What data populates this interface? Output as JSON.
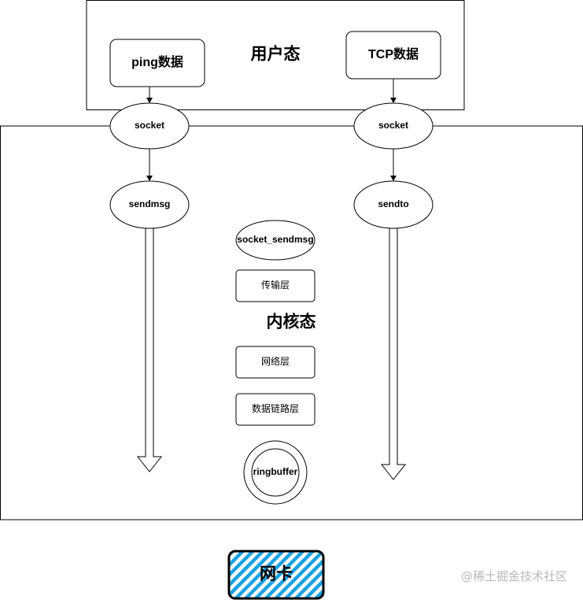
{
  "user_space": {
    "title": "用户态"
  },
  "kernel_space": {
    "title": "内核态"
  },
  "user_nodes": {
    "ping_data": "ping数据",
    "tcp_data": "TCP数据"
  },
  "sockets": {
    "left": "socket",
    "right": "socket"
  },
  "syscalls": {
    "left": "sendmsg",
    "right": "sendto"
  },
  "kernel_layers": {
    "socket_sendmsg": "socket_sendmsg",
    "transport": "传输层",
    "network": "网络层",
    "datalink": "数据链路层",
    "ringbuffer": "ringbuffer"
  },
  "nic": {
    "label": "网卡",
    "fill_color": "#1ba1e2",
    "border_color": "#000000"
  },
  "watermark": "@稀土掘金技术社区"
}
